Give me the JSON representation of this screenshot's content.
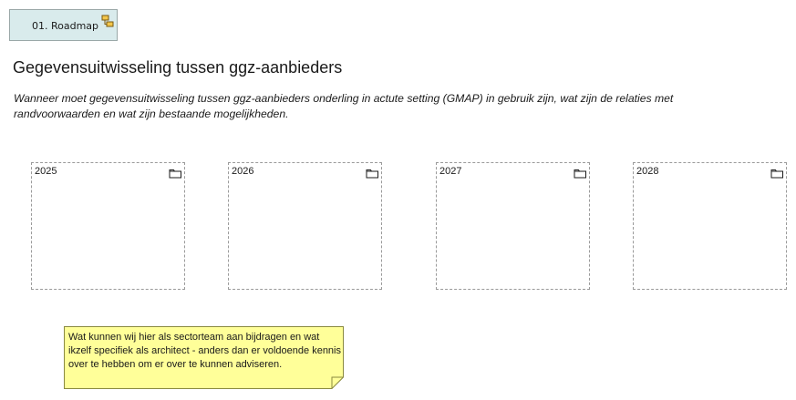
{
  "tab": {
    "label": "01. Roadmap",
    "icon": "diagram-icon"
  },
  "title": "Gegevensuitwisseling tussen ggz-aanbieders",
  "description": "Wanneer moet gegevensuitwisseling tussen ggz-aanbieders onderling in actute setting (GMAP) in gebruik  zijn, wat zijn de relaties met randvoorwaarden en wat zijn bestaande mogelijkheden.",
  "boxes": [
    {
      "label": "2025",
      "icon": "folder-icon"
    },
    {
      "label": "2026",
      "icon": "folder-icon"
    },
    {
      "label": "2027",
      "icon": "folder-icon"
    },
    {
      "label": "2028",
      "icon": "folder-icon"
    }
  ],
  "note": {
    "text": "Wat kunnen wij hier als sectorteam aan bijdragen en wat ikzelf specifiek als architect - anders dan er voldoende kennis over te hebben om er over te kunnen adviseren.",
    "color": "#ffff99"
  }
}
